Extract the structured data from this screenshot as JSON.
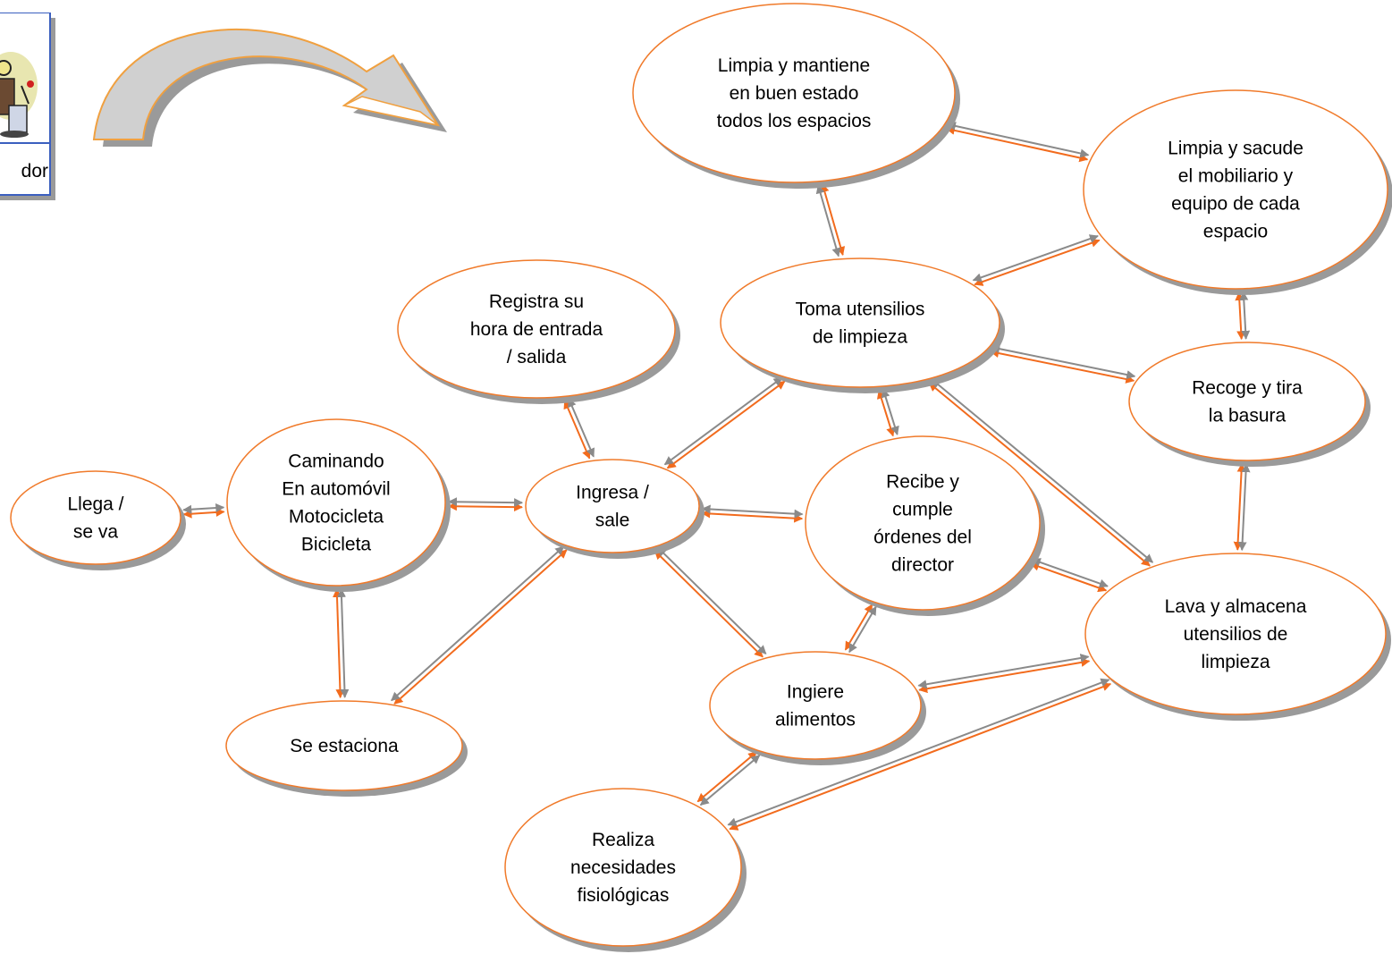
{
  "diagram": {
    "legend_label": "dor",
    "nodes": [
      {
        "id": "llega",
        "lines": [
          "Llega /",
          "se va"
        ]
      },
      {
        "id": "transporte",
        "lines": [
          "Caminando",
          "En automóvil",
          "Motocicleta",
          "Bicicleta"
        ]
      },
      {
        "id": "estaciona",
        "lines": [
          "Se estaciona"
        ]
      },
      {
        "id": "registra",
        "lines": [
          "Registra su",
          "hora de entrada",
          "/ salida"
        ]
      },
      {
        "id": "ingresa",
        "lines": [
          "Ingresa /",
          "sale"
        ]
      },
      {
        "id": "toma",
        "lines": [
          "Toma utensilios",
          "de limpieza"
        ]
      },
      {
        "id": "limpia_espacios",
        "lines": [
          "Limpia y mantiene",
          "en buen estado",
          "todos los espacios"
        ]
      },
      {
        "id": "limpia_mobiliario",
        "lines": [
          "Limpia y sacude",
          "el mobiliario y",
          "equipo de cada",
          "espacio"
        ]
      },
      {
        "id": "recoge",
        "lines": [
          "Recoge y tira",
          "la basura"
        ]
      },
      {
        "id": "recibe",
        "lines": [
          "Recibe y",
          "cumple",
          "órdenes del",
          "director"
        ]
      },
      {
        "id": "lava",
        "lines": [
          "Lava y almacena",
          "utensilios de",
          "limpieza"
        ]
      },
      {
        "id": "ingiere",
        "lines": [
          "Ingiere",
          "alimentos"
        ]
      },
      {
        "id": "realiza",
        "lines": [
          "Realiza",
          "necesidades",
          "fisiológicas"
        ]
      }
    ],
    "connections": [
      [
        "llega",
        "transporte"
      ],
      [
        "transporte",
        "ingresa"
      ],
      [
        "transporte",
        "estaciona"
      ],
      [
        "estaciona",
        "ingresa"
      ],
      [
        "registra",
        "ingresa"
      ],
      [
        "ingresa",
        "toma"
      ],
      [
        "ingresa",
        "recibe"
      ],
      [
        "ingresa",
        "ingiere"
      ],
      [
        "toma",
        "limpia_espacios"
      ],
      [
        "toma",
        "limpia_mobiliario"
      ],
      [
        "toma",
        "recoge"
      ],
      [
        "toma",
        "recibe"
      ],
      [
        "toma",
        "lava"
      ],
      [
        "limpia_espacios",
        "limpia_mobiliario"
      ],
      [
        "limpia_mobiliario",
        "recoge"
      ],
      [
        "recoge",
        "lava"
      ],
      [
        "recibe",
        "lava"
      ],
      [
        "recibe",
        "ingiere"
      ],
      [
        "ingiere",
        "lava"
      ],
      [
        "ingiere",
        "realiza"
      ],
      [
        "realiza",
        "lava"
      ]
    ],
    "colors": {
      "outline": "#f07a2a",
      "arrow_orange": "#f26b1d",
      "arrow_gray": "#8a8a8a",
      "shadow": "#9a9a9a",
      "fill": "#ffffff"
    }
  }
}
